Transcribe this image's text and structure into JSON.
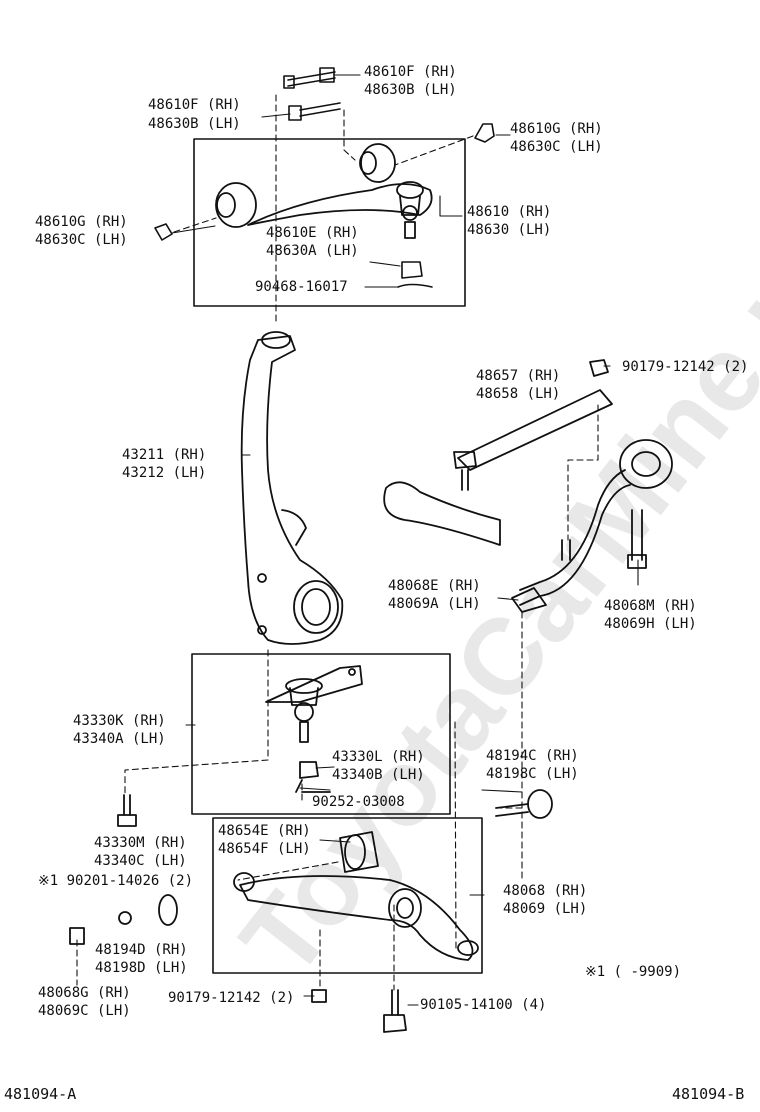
{
  "watermark": "ToyotaCarMine.ru",
  "labels": [
    {
      "id": "l1a",
      "text": "48610F (RH)"
    },
    {
      "id": "l1b",
      "text": "48630B (LH)"
    },
    {
      "id": "l2a",
      "text": "48610F (RH)"
    },
    {
      "id": "l2b",
      "text": "48630B (LH)"
    },
    {
      "id": "l3a",
      "text": "48610G (RH)"
    },
    {
      "id": "l3b",
      "text": "48630C (LH)"
    },
    {
      "id": "l4a",
      "text": "48610G (RH)"
    },
    {
      "id": "l4b",
      "text": "48630C (LH)"
    },
    {
      "id": "l5a",
      "text": "48610 (RH)"
    },
    {
      "id": "l5b",
      "text": "48630 (LH)"
    },
    {
      "id": "l6a",
      "text": "48610E (RH)"
    },
    {
      "id": "l6b",
      "text": "48630A (LH)"
    },
    {
      "id": "l7",
      "text": "90468-16017"
    },
    {
      "id": "l8",
      "text": "90179-12142 (2)"
    },
    {
      "id": "l9a",
      "text": "48657 (RH)"
    },
    {
      "id": "l9b",
      "text": "48658 (LH)"
    },
    {
      "id": "l10a",
      "text": "43211 (RH)"
    },
    {
      "id": "l10b",
      "text": "43212 (LH)"
    },
    {
      "id": "l11a",
      "text": "48068E (RH)"
    },
    {
      "id": "l11b",
      "text": "48069A (LH)"
    },
    {
      "id": "l12a",
      "text": "48068M (RH)"
    },
    {
      "id": "l12b",
      "text": "48069H (LH)"
    },
    {
      "id": "l13a",
      "text": "43330K (RH)"
    },
    {
      "id": "l13b",
      "text": "43340A (LH)"
    },
    {
      "id": "l14a",
      "text": "43330L (RH)"
    },
    {
      "id": "l14b",
      "text": "43340B (LH)"
    },
    {
      "id": "l15",
      "text": "90252-03008"
    },
    {
      "id": "l16a",
      "text": "48194C (RH)"
    },
    {
      "id": "l16b",
      "text": "48198C (LH)"
    },
    {
      "id": "l17a",
      "text": "43330M (RH)"
    },
    {
      "id": "l17b",
      "text": "43340C (LH)"
    },
    {
      "id": "l18",
      "text": "※1 90201-14026 (2)"
    },
    {
      "id": "l19a",
      "text": "48654E (RH)"
    },
    {
      "id": "l19b",
      "text": "48654F (LH)"
    },
    {
      "id": "l20a",
      "text": "48068 (RH)"
    },
    {
      "id": "l20b",
      "text": "48069 (LH)"
    },
    {
      "id": "l21a",
      "text": "48194D (RH)"
    },
    {
      "id": "l21b",
      "text": "48198D (LH)"
    },
    {
      "id": "l22a",
      "text": "48068G (RH)"
    },
    {
      "id": "l22b",
      "text": "48069C (LH)"
    },
    {
      "id": "l23",
      "text": "※1 (      -9909)"
    },
    {
      "id": "l24",
      "text": "90179-12142 (2)"
    },
    {
      "id": "l25",
      "text": "90105-14100 (4)"
    },
    {
      "id": "l26",
      "text": "481094-A"
    },
    {
      "id": "l27",
      "text": "481094-B"
    }
  ]
}
